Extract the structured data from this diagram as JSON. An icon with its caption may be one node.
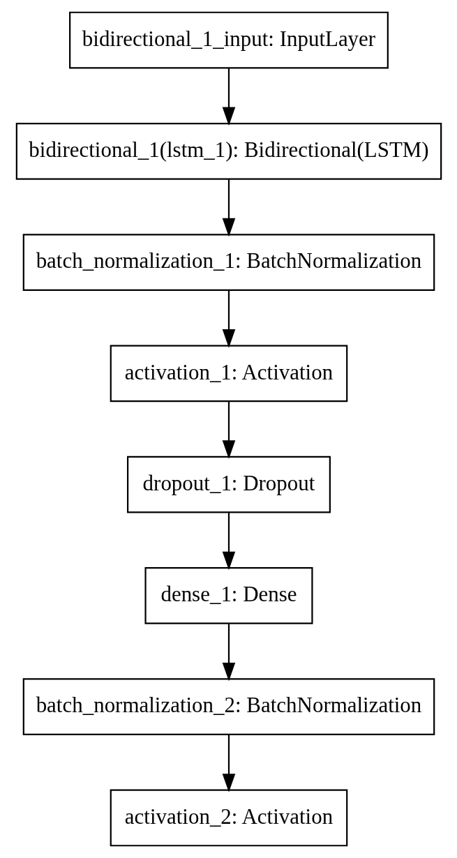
{
  "diagram": {
    "nodes": [
      {
        "text": [
          "bidirectional_1_input: InputLayer"
        ]
      },
      {
        "text": [
          "bidirectional_1(lstm_1): Bidirectional(LSTM)"
        ]
      },
      {
        "text": [
          "batch_normalization_1: BatchNormalization"
        ]
      },
      {
        "text": [
          "activation_1: Activation"
        ]
      },
      {
        "text": [
          "dropout_1: Dropout"
        ]
      },
      {
        "text": [
          "dense_1: Dense"
        ]
      },
      {
        "text": [
          "batch_normalization_2: BatchNormalization"
        ]
      },
      {
        "text": [
          "activation_2: Activation"
        ]
      }
    ],
    "edges": [
      {
        "from": 0,
        "to": 1,
        "arrow": "to"
      },
      {
        "from": 1,
        "to": 2,
        "arrow": "to"
      },
      {
        "from": 2,
        "to": 3,
        "arrow": "to"
      },
      {
        "from": 3,
        "to": 4,
        "arrow": "to"
      },
      {
        "from": 4,
        "to": 5,
        "arrow": "to"
      },
      {
        "from": 5,
        "to": 6,
        "arrow": "to"
      },
      {
        "from": 6,
        "to": 7,
        "arrow": "to"
      }
    ]
  }
}
